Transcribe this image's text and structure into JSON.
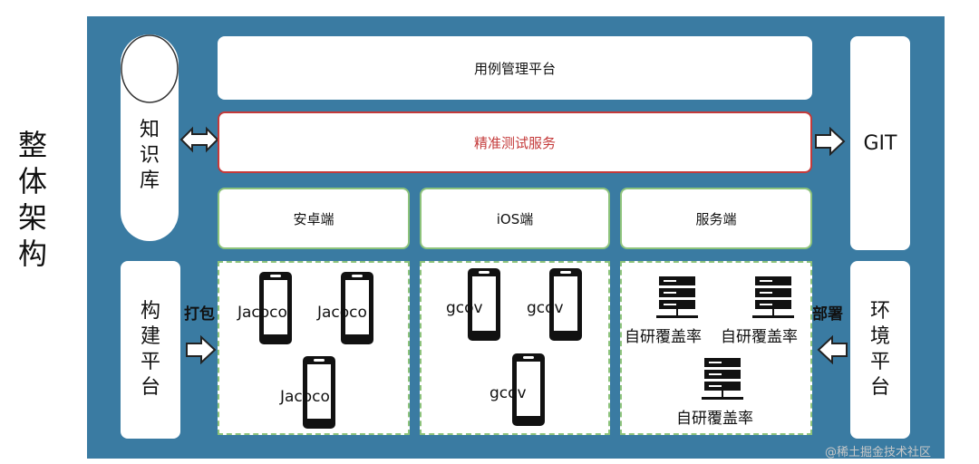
{
  "title_chars": [
    "整",
    "体",
    "架",
    "构"
  ],
  "left": {
    "knowledge_chars": [
      "知",
      "识",
      "库"
    ],
    "build_chars": [
      "构",
      "建",
      "平",
      "台"
    ],
    "pack_label": "打包"
  },
  "right": {
    "git_label": "GIT",
    "env_chars": [
      "环",
      "境",
      "平",
      "台"
    ],
    "deploy_label": "部署"
  },
  "center": {
    "case_platform": "用例管理平台",
    "precise_service": "精准测试服务",
    "tabs": [
      "安卓端",
      "iOS端",
      "服务端"
    ]
  },
  "android": [
    "Jacoco",
    "Jacoco",
    "Jacoco"
  ],
  "ios": [
    "gcov",
    "gcov",
    "gcov"
  ],
  "server": [
    "自研覆盖率",
    "自研覆盖率",
    "自研覆盖率"
  ],
  "watermark": "@稀土掘金技术社区",
  "colors": {
    "panel": "#3a7ba2",
    "green_border": "#8dc37b",
    "red_text": "#c43a3a"
  }
}
